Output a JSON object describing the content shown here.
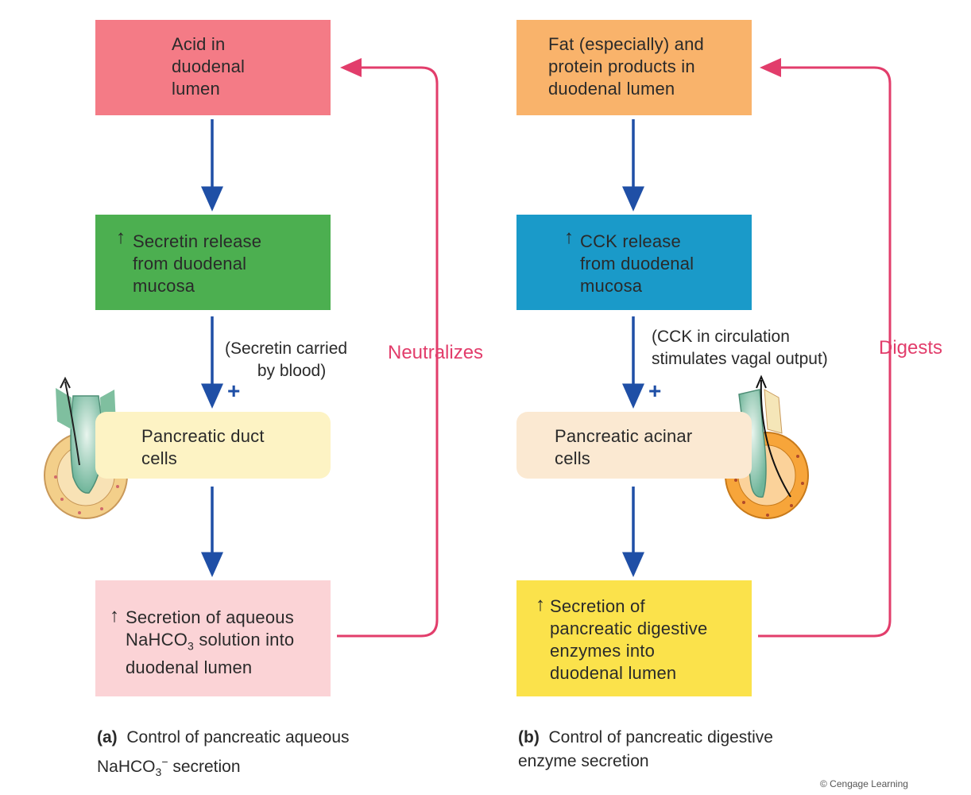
{
  "panel_a": {
    "box1": "Acid in\nduodenal\nlumen",
    "box2": "Secretin release\nfrom duodenal\nmucosa",
    "note": "(Secretin carried\n       by blood)",
    "plus": "+",
    "box3": "Pancreatic duct\ncells",
    "box4_line1": "Secretion of aqueous",
    "box4_line2_a": "NaHCO",
    "box4_line2_sub": "3",
    "box4_line2_b": " solution into",
    "box4_line3": "duodenal lumen",
    "loop_label": "Neutralizes",
    "caption_letter": "(a)",
    "caption_line1": "Control of pancreatic aqueous",
    "caption_line2_a": "NaHCO",
    "caption_line2_sub": "3",
    "caption_line2_sup": "−",
    "caption_line2_b": " secretion"
  },
  "panel_b": {
    "box1": "Fat (especially) and\nprotein products in\nduodenal lumen",
    "box2": "CCK release\nfrom duodenal\nmucosa",
    "note": "(CCK in circulation\nstimulates vagal output)",
    "plus": "+",
    "box3": "Pancreatic acinar\ncells",
    "box4": "Secretion of\npancreatic digestive\nenzymes into\nduodenal lumen",
    "loop_label": "Digests",
    "caption_letter": "(b)",
    "caption_line1": "Control of pancreatic digestive",
    "caption_line2": "enzyme secretion"
  },
  "up_arrow_symbol": "↑",
  "credit": "© Cengage Learning",
  "colors": {
    "acid_box": "#f47b86",
    "secretin_box": "#4caf50",
    "duct_box": "#fdf3c4",
    "aqueous_box": "#fbd3d6",
    "fat_box": "#f9b36b",
    "cck_box": "#1a9ac9",
    "acinar_box": "#fbe9d2",
    "enzyme_box": "#fbe24b",
    "arrow_blue": "#1f4fa6",
    "loop_pink": "#e23d6b"
  }
}
